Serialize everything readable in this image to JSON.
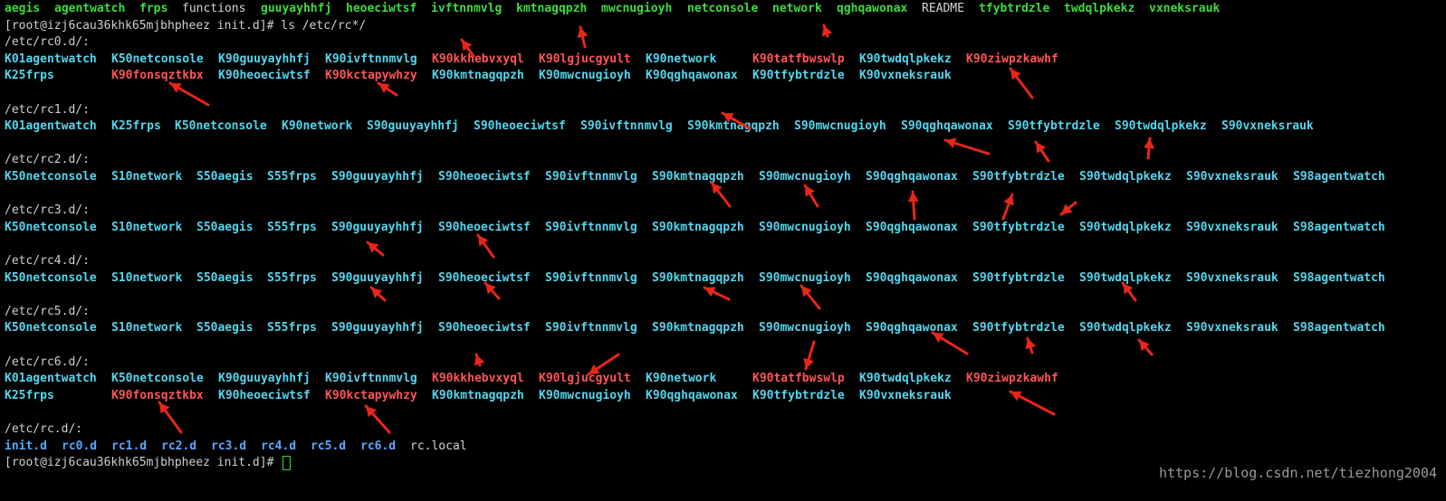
{
  "terminal": {
    "colors": {
      "green": "#3ddc3d",
      "white": "#d6d6d6",
      "cyan": "#55d6ee",
      "red": "#ff5555",
      "blue": "#5aa8ff",
      "arrow": "#e8261b"
    },
    "lines": [
      {
        "tokens": [
          {
            "t": "aegis",
            "c": "green"
          },
          {
            "t": "agentwatch",
            "c": "green"
          },
          {
            "t": "frps",
            "c": "green"
          },
          {
            "t": "functions",
            "c": "white",
            "plain": true
          },
          {
            "t": "guuyayhhfj",
            "c": "green"
          },
          {
            "t": "heoeciwtsf",
            "c": "green"
          },
          {
            "t": "ivftnnmvlg",
            "c": "green"
          },
          {
            "t": "kmtnagqpzh",
            "c": "green"
          },
          {
            "t": "mwcnugioyh",
            "c": "green"
          },
          {
            "t": "netconsole",
            "c": "green"
          },
          {
            "t": "network",
            "c": "green"
          },
          {
            "t": "qghqawonax",
            "c": "green"
          },
          {
            "t": "README",
            "c": "white",
            "plain": true
          },
          {
            "t": "tfybtrdzle",
            "c": "green"
          },
          {
            "t": "twdqlpkekz",
            "c": "green"
          },
          {
            "t": "vxneksrauk",
            "c": "green"
          }
        ]
      },
      {
        "prompt": true,
        "text": "[root@izj6cau36khk65mjbhpheez init.d]# ls /etc/rc*/"
      },
      {
        "header": "/etc/rc0.d/:"
      },
      {
        "tokens": [
          {
            "t": "K01agentwatch",
            "c": "cyan"
          },
          {
            "t": "K50netconsole",
            "c": "cyan"
          },
          {
            "t": "K90guuyayhhfj",
            "c": "cyan"
          },
          {
            "t": "K90ivftnnmvlg",
            "c": "cyan"
          },
          {
            "t": "K90kkhebvxyql",
            "c": "red"
          },
          {
            "t": "K90lgjucgyult",
            "c": "red"
          },
          {
            "t": "K90network",
            "c": "cyan"
          },
          {
            "t": "K90tatfbwswlp",
            "c": "red"
          },
          {
            "t": "K90twdqlpkekz",
            "c": "cyan"
          },
          {
            "t": "K90ziwpzkawhf",
            "c": "red"
          }
        ]
      },
      {
        "tokens": [
          {
            "t": "K25frps",
            "c": "cyan"
          },
          {
            "t": "K90fonsqztkbx",
            "c": "red"
          },
          {
            "t": "K90heoeciwtsf",
            "c": "cyan"
          },
          {
            "t": "K90kctapywhzy",
            "c": "red"
          },
          {
            "t": "K90kmtnagqpzh",
            "c": "cyan"
          },
          {
            "t": "K90mwcnugioyh",
            "c": "cyan"
          },
          {
            "t": "K90qghqawonax",
            "c": "cyan"
          },
          {
            "t": "K90tfybtrdzle",
            "c": "cyan"
          },
          {
            "t": "K90vxneksrauk",
            "c": "cyan"
          }
        ]
      },
      {
        "blank": true
      },
      {
        "header": "/etc/rc1.d/:"
      },
      {
        "tokens": [
          {
            "t": "K01agentwatch",
            "c": "cyan"
          },
          {
            "t": "K25frps",
            "c": "cyan"
          },
          {
            "t": "K50netconsole",
            "c": "cyan"
          },
          {
            "t": "K90network",
            "c": "cyan"
          },
          {
            "t": "S90guuyayhhfj",
            "c": "cyan"
          },
          {
            "t": "S90heoeciwtsf",
            "c": "cyan"
          },
          {
            "t": "S90ivftnnmvlg",
            "c": "cyan"
          },
          {
            "t": "S90kmtnagqpzh",
            "c": "cyan"
          },
          {
            "t": "S90mwcnugioyh",
            "c": "cyan"
          },
          {
            "t": "S90qghqawonax",
            "c": "cyan"
          },
          {
            "t": "S90tfybtrdzle",
            "c": "cyan"
          },
          {
            "t": "S90twdqlpkekz",
            "c": "cyan"
          },
          {
            "t": "S90vxneksrauk",
            "c": "cyan"
          }
        ]
      },
      {
        "blank": true
      },
      {
        "header": "/etc/rc2.d/:"
      },
      {
        "tokens": [
          {
            "t": "K50netconsole",
            "c": "cyan"
          },
          {
            "t": "S10network",
            "c": "cyan"
          },
          {
            "t": "S50aegis",
            "c": "cyan"
          },
          {
            "t": "S55frps",
            "c": "cyan"
          },
          {
            "t": "S90guuyayhhfj",
            "c": "cyan"
          },
          {
            "t": "S90heoeciwtsf",
            "c": "cyan"
          },
          {
            "t": "S90ivftnnmvlg",
            "c": "cyan"
          },
          {
            "t": "S90kmtnagqpzh",
            "c": "cyan"
          },
          {
            "t": "S90mwcnugioyh",
            "c": "cyan"
          },
          {
            "t": "S90qghqawonax",
            "c": "cyan"
          },
          {
            "t": "S90tfybtrdzle",
            "c": "cyan"
          },
          {
            "t": "S90twdqlpkekz",
            "c": "cyan"
          },
          {
            "t": "S90vxneksrauk",
            "c": "cyan"
          },
          {
            "t": "S98agentwatch",
            "c": "cyan"
          }
        ]
      },
      {
        "blank": true
      },
      {
        "header": "/etc/rc3.d/:"
      },
      {
        "tokens": [
          {
            "t": "K50netconsole",
            "c": "cyan"
          },
          {
            "t": "S10network",
            "c": "cyan"
          },
          {
            "t": "S50aegis",
            "c": "cyan"
          },
          {
            "t": "S55frps",
            "c": "cyan"
          },
          {
            "t": "S90guuyayhhfj",
            "c": "cyan"
          },
          {
            "t": "S90heoeciwtsf",
            "c": "cyan"
          },
          {
            "t": "S90ivftnnmvlg",
            "c": "cyan"
          },
          {
            "t": "S90kmtnagqpzh",
            "c": "cyan"
          },
          {
            "t": "S90mwcnugioyh",
            "c": "cyan"
          },
          {
            "t": "S90qghqawonax",
            "c": "cyan"
          },
          {
            "t": "S90tfybtrdzle",
            "c": "cyan"
          },
          {
            "t": "S90twdqlpkekz",
            "c": "cyan"
          },
          {
            "t": "S90vxneksrauk",
            "c": "cyan"
          },
          {
            "t": "S98agentwatch",
            "c": "cyan"
          }
        ]
      },
      {
        "blank": true
      },
      {
        "header": "/etc/rc4.d/:"
      },
      {
        "tokens": [
          {
            "t": "K50netconsole",
            "c": "cyan"
          },
          {
            "t": "S10network",
            "c": "cyan"
          },
          {
            "t": "S50aegis",
            "c": "cyan"
          },
          {
            "t": "S55frps",
            "c": "cyan"
          },
          {
            "t": "S90guuyayhhfj",
            "c": "cyan"
          },
          {
            "t": "S90heoeciwtsf",
            "c": "cyan"
          },
          {
            "t": "S90ivftnnmvlg",
            "c": "cyan"
          },
          {
            "t": "S90kmtnagqpzh",
            "c": "cyan"
          },
          {
            "t": "S90mwcnugioyh",
            "c": "cyan"
          },
          {
            "t": "S90qghqawonax",
            "c": "cyan"
          },
          {
            "t": "S90tfybtrdzle",
            "c": "cyan"
          },
          {
            "t": "S90twdqlpkekz",
            "c": "cyan"
          },
          {
            "t": "S90vxneksrauk",
            "c": "cyan"
          },
          {
            "t": "S98agentwatch",
            "c": "cyan"
          }
        ]
      },
      {
        "blank": true
      },
      {
        "header": "/etc/rc5.d/:"
      },
      {
        "tokens": [
          {
            "t": "K50netconsole",
            "c": "cyan"
          },
          {
            "t": "S10network",
            "c": "cyan"
          },
          {
            "t": "S50aegis",
            "c": "cyan"
          },
          {
            "t": "S55frps",
            "c": "cyan"
          },
          {
            "t": "S90guuyayhhfj",
            "c": "cyan"
          },
          {
            "t": "S90heoeciwtsf",
            "c": "cyan"
          },
          {
            "t": "S90ivftnnmvlg",
            "c": "cyan"
          },
          {
            "t": "S90kmtnagqpzh",
            "c": "cyan"
          },
          {
            "t": "S90mwcnugioyh",
            "c": "cyan"
          },
          {
            "t": "S90qghqawonax",
            "c": "cyan"
          },
          {
            "t": "S90tfybtrdzle",
            "c": "cyan"
          },
          {
            "t": "S90twdqlpkekz",
            "c": "cyan"
          },
          {
            "t": "S90vxneksrauk",
            "c": "cyan"
          },
          {
            "t": "S98agentwatch",
            "c": "cyan"
          }
        ]
      },
      {
        "blank": true
      },
      {
        "header": "/etc/rc6.d/:"
      },
      {
        "tokens": [
          {
            "t": "K01agentwatch",
            "c": "cyan"
          },
          {
            "t": "K50netconsole",
            "c": "cyan"
          },
          {
            "t": "K90guuyayhhfj",
            "c": "cyan"
          },
          {
            "t": "K90ivftnnmvlg",
            "c": "cyan"
          },
          {
            "t": "K90kkhebvxyql",
            "c": "red"
          },
          {
            "t": "K90lgjucgyult",
            "c": "red"
          },
          {
            "t": "K90network",
            "c": "cyan"
          },
          {
            "t": "K90tatfbwswlp",
            "c": "red"
          },
          {
            "t": "K90twdqlpkekz",
            "c": "cyan"
          },
          {
            "t": "K90ziwpzkawhf",
            "c": "red"
          }
        ]
      },
      {
        "tokens": [
          {
            "t": "K25frps",
            "c": "cyan"
          },
          {
            "t": "K90fonsqztkbx",
            "c": "red"
          },
          {
            "t": "K90heoeciwtsf",
            "c": "cyan"
          },
          {
            "t": "K90kctapywhzy",
            "c": "red"
          },
          {
            "t": "K90kmtnagqpzh",
            "c": "cyan"
          },
          {
            "t": "K90mwcnugioyh",
            "c": "cyan"
          },
          {
            "t": "K90qghqawonax",
            "c": "cyan"
          },
          {
            "t": "K90tfybtrdzle",
            "c": "cyan"
          },
          {
            "t": "K90vxneksrauk",
            "c": "cyan"
          }
        ]
      },
      {
        "blank": true
      },
      {
        "header": "/etc/rc.d/:"
      },
      {
        "tokens": [
          {
            "t": "init.d",
            "c": "blue"
          },
          {
            "t": "rc0.d",
            "c": "blue"
          },
          {
            "t": "rc1.d",
            "c": "blue"
          },
          {
            "t": "rc2.d",
            "c": "blue"
          },
          {
            "t": "rc3.d",
            "c": "blue"
          },
          {
            "t": "rc4.d",
            "c": "blue"
          },
          {
            "t": "rc5.d",
            "c": "blue"
          },
          {
            "t": "rc6.d",
            "c": "blue"
          },
          {
            "t": "rc.local",
            "c": "white",
            "plain": true
          }
        ]
      },
      {
        "prompt": true,
        "cursor": true,
        "text": "[root@izj6cau36khk65mjbhpheez init.d]# "
      }
    ]
  },
  "watermark": "https://blog.csdn.net/tiezhong2004"
}
